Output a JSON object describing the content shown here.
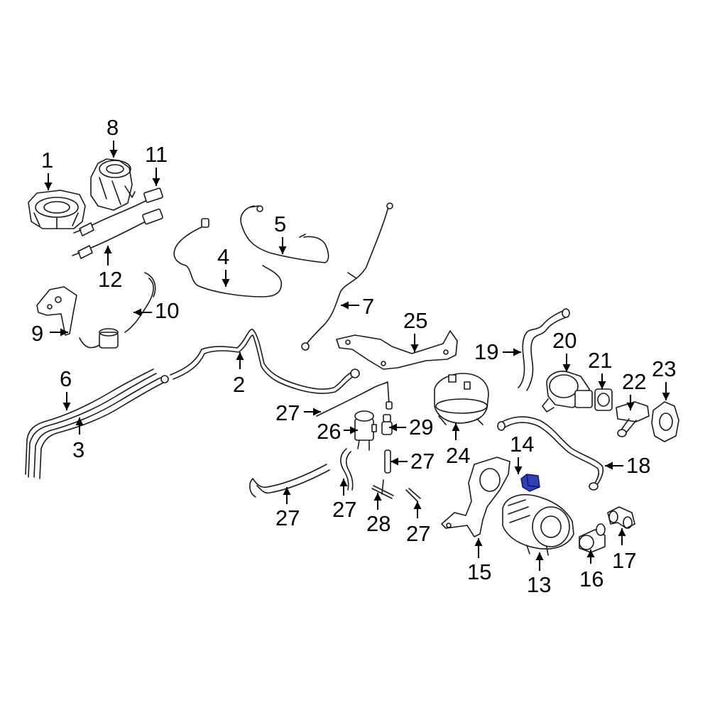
{
  "diagram": {
    "highlight_color": "#2f40b8",
    "callouts": [
      {
        "id": "1",
        "label": "1"
      },
      {
        "id": "8",
        "label": "8"
      },
      {
        "id": "11",
        "label": "11"
      },
      {
        "id": "12",
        "label": "12"
      },
      {
        "id": "5",
        "label": "5"
      },
      {
        "id": "4",
        "label": "4"
      },
      {
        "id": "7",
        "label": "7"
      },
      {
        "id": "10",
        "label": "10"
      },
      {
        "id": "9",
        "label": "9"
      },
      {
        "id": "25",
        "label": "25"
      },
      {
        "id": "19",
        "label": "19"
      },
      {
        "id": "20",
        "label": "20"
      },
      {
        "id": "21",
        "label": "21"
      },
      {
        "id": "22",
        "label": "22"
      },
      {
        "id": "23",
        "label": "23"
      },
      {
        "id": "6",
        "label": "6"
      },
      {
        "id": "3",
        "label": "3"
      },
      {
        "id": "2",
        "label": "2"
      },
      {
        "id": "27a",
        "label": "27"
      },
      {
        "id": "26",
        "label": "26"
      },
      {
        "id": "29",
        "label": "29"
      },
      {
        "id": "24",
        "label": "24"
      },
      {
        "id": "27b",
        "label": "27"
      },
      {
        "id": "14",
        "label": "14"
      },
      {
        "id": "18",
        "label": "18"
      },
      {
        "id": "27c",
        "label": "27"
      },
      {
        "id": "27d",
        "label": "27"
      },
      {
        "id": "28",
        "label": "28"
      },
      {
        "id": "27e",
        "label": "27"
      },
      {
        "id": "15",
        "label": "15"
      },
      {
        "id": "13",
        "label": "13"
      },
      {
        "id": "16",
        "label": "16"
      },
      {
        "id": "17",
        "label": "17"
      }
    ]
  }
}
